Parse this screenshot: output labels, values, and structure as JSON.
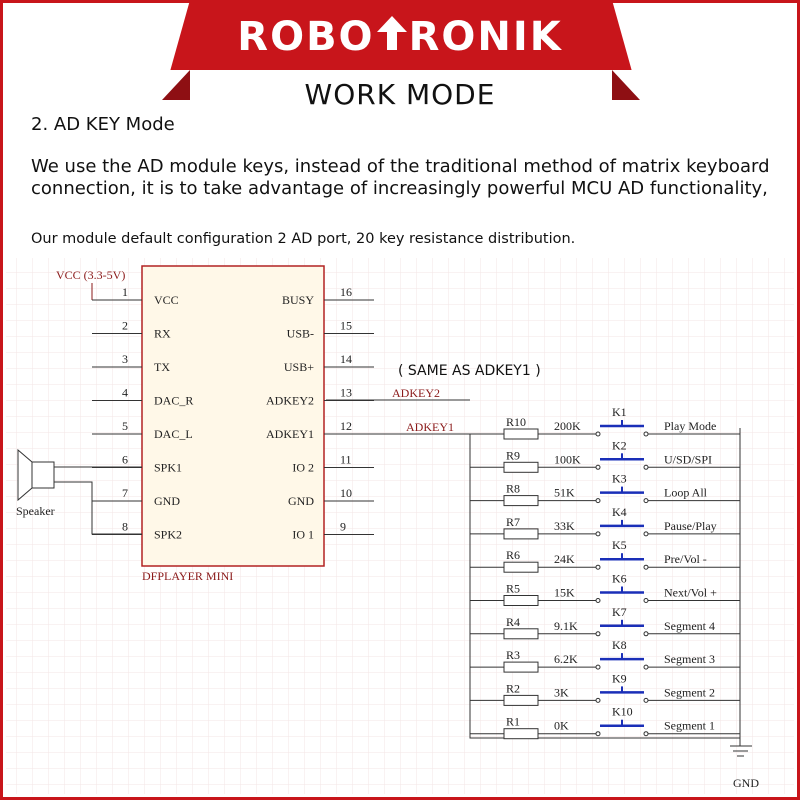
{
  "brand": {
    "left": "ROBO",
    "right": "RONIK",
    "accent": "#c8151b"
  },
  "subtitle": "WORK MODE",
  "section_title": "2. AD KEY Mode",
  "paragraph": "We use the AD module keys, instead of the traditional method of matrix keyboard connection, it is to take advantage of increasingly powerful MCU AD functionality,",
  "note": "Our module default configuration 2 AD port, 20 key resistance distribution.",
  "schematic": {
    "vcc_label": "VCC (3.3-5V)",
    "chip_name": "DFPLAYER MINI",
    "speaker_label": "Speaker",
    "gnd_label": "GND",
    "adkey1_net": "ADKEY1",
    "adkey2_net": "ADKEY2",
    "same_note": "( SAME AS ADKEY1 )",
    "left_pins": [
      {
        "num": "1",
        "name": "VCC"
      },
      {
        "num": "2",
        "name": "RX"
      },
      {
        "num": "3",
        "name": "TX"
      },
      {
        "num": "4",
        "name": "DAC_R"
      },
      {
        "num": "5",
        "name": "DAC_L"
      },
      {
        "num": "6",
        "name": "SPK1"
      },
      {
        "num": "7",
        "name": "GND"
      },
      {
        "num": "8",
        "name": "SPK2"
      }
    ],
    "right_pins": [
      {
        "num": "16",
        "name": "BUSY"
      },
      {
        "num": "15",
        "name": "USB-"
      },
      {
        "num": "14",
        "name": "USB+"
      },
      {
        "num": "13",
        "name": "ADKEY2"
      },
      {
        "num": "12",
        "name": "ADKEY1"
      },
      {
        "num": "11",
        "name": "IO 2"
      },
      {
        "num": "10",
        "name": "GND"
      },
      {
        "num": "9",
        "name": "IO 1"
      }
    ],
    "keys": [
      {
        "res": "R10",
        "val": "200K",
        "key": "K1",
        "func": "Play Mode"
      },
      {
        "res": "R9",
        "val": "100K",
        "key": "K2",
        "func": "U/SD/SPI"
      },
      {
        "res": "R8",
        "val": "51K",
        "key": "K3",
        "func": "Loop All"
      },
      {
        "res": "R7",
        "val": "33K",
        "key": "K4",
        "func": "Pause/Play"
      },
      {
        "res": "R6",
        "val": "24K",
        "key": "K5",
        "func": "Pre/Vol -"
      },
      {
        "res": "R5",
        "val": "15K",
        "key": "K6",
        "func": "Next/Vol +"
      },
      {
        "res": "R4",
        "val": "9.1K",
        "key": "K7",
        "func": "Segment 4"
      },
      {
        "res": "R3",
        "val": "6.2K",
        "key": "K8",
        "func": "Segment 3"
      },
      {
        "res": "R2",
        "val": "3K",
        "key": "K9",
        "func": "Segment 2"
      },
      {
        "res": "R1",
        "val": "0K",
        "key": "K10",
        "func": "Segment 1"
      }
    ]
  }
}
